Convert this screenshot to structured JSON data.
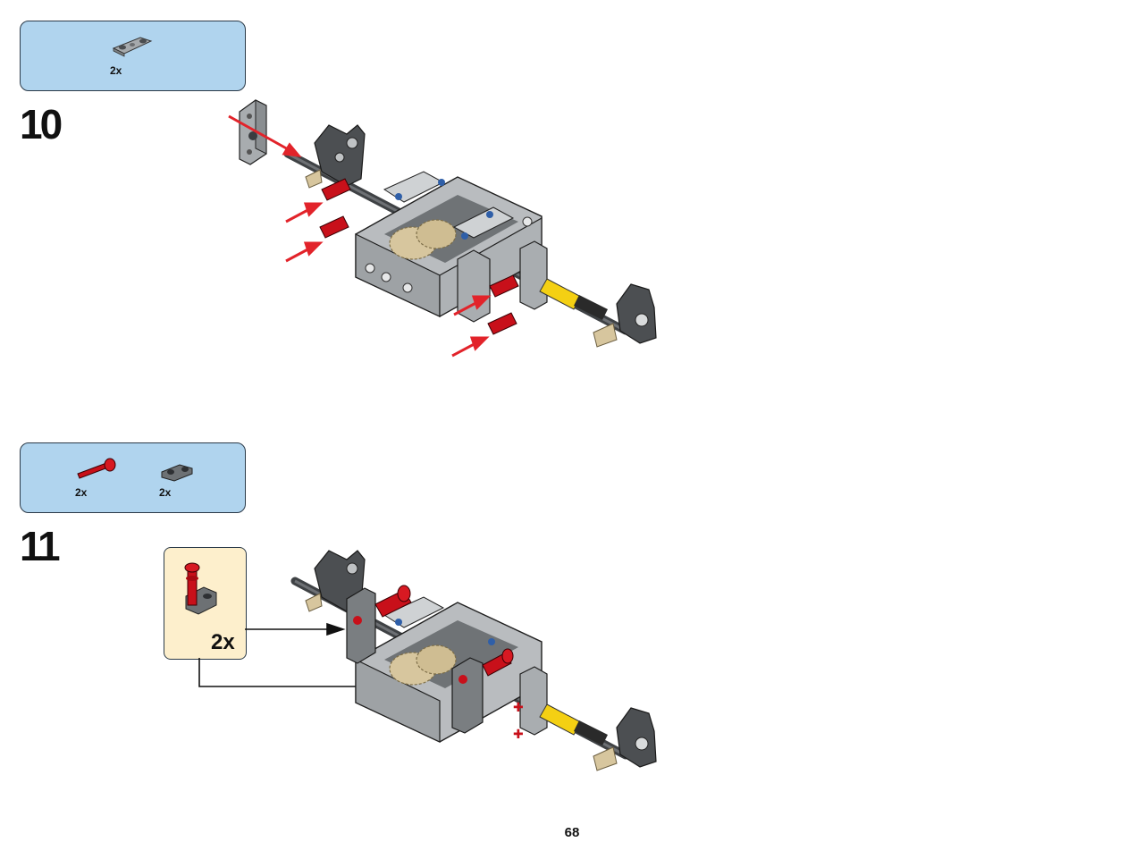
{
  "steps": [
    {
      "number": "10",
      "parts": [
        {
          "part": "beam-connector",
          "quantity": "2x"
        }
      ]
    },
    {
      "number": "11",
      "parts": [
        {
          "part": "red-axle-pin",
          "quantity": "2x"
        },
        {
          "part": "dark-gray-connector",
          "quantity": "2x"
        }
      ],
      "callout": {
        "quantity": "2x"
      }
    }
  ],
  "page": {
    "number": "68"
  },
  "colors": {
    "parts_box": "#b0d4ee",
    "callout_box": "#fdefcc",
    "arrow_red": "#e2232a",
    "part_red": "#c8101a",
    "light_gray": "#a5a9ac",
    "dark_gray": "#5a5d60",
    "tan": "#d7c69e",
    "yellow": "#f4d013",
    "blue": "#2f5fa8"
  }
}
